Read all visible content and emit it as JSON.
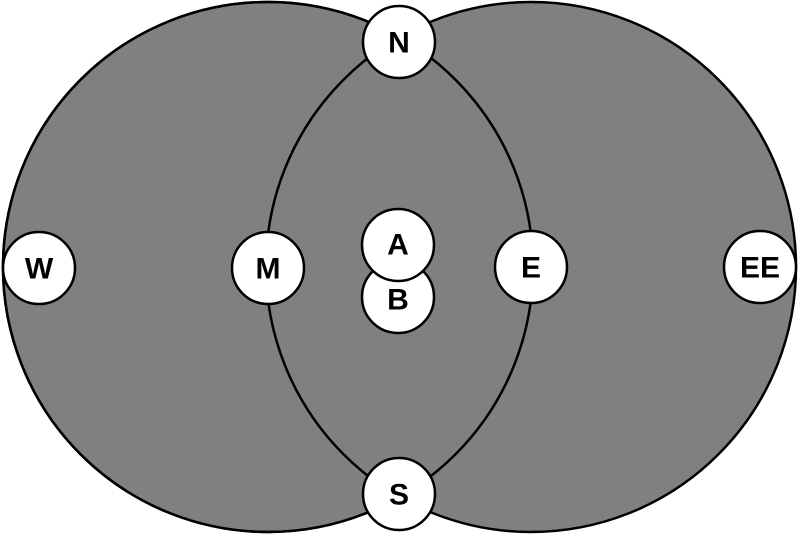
{
  "diagram": {
    "fill_color": "#808080",
    "stroke_color": "#000000",
    "node_fill": "#ffffff",
    "nodes": {
      "n": "N",
      "s": "S",
      "w": "W",
      "m": "M",
      "a": "A",
      "b": "B",
      "e": "E",
      "ee": "EE"
    }
  }
}
